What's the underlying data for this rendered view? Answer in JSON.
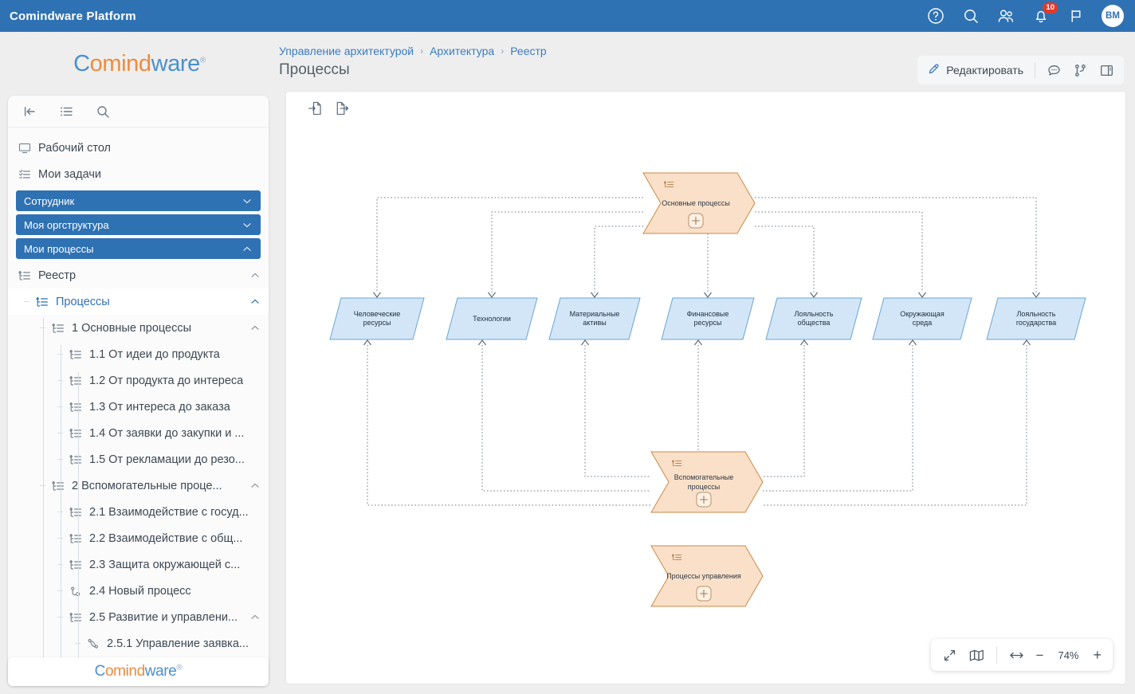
{
  "topbar": {
    "title": "Comindware Platform",
    "icons": [
      "help-icon",
      "search-icon",
      "people-icon",
      "bell-icon",
      "flag-icon"
    ],
    "notification_count": "10",
    "avatar_initials": "BM",
    "background": "#2f72b4"
  },
  "brand": {
    "text_blue1": "C",
    "text_orange": "omind",
    "text_blue2": "ware",
    "reg": "®"
  },
  "sidebar": {
    "tools": [
      "collapse-left-icon",
      "list-icon",
      "search-icon"
    ],
    "items": [
      {
        "label": "Рабочий стол",
        "icon": "monitor-icon",
        "type": "row",
        "depth": 0
      },
      {
        "label": "Мои задачи",
        "icon": "tasks-icon",
        "type": "row",
        "depth": 0
      },
      {
        "label": "Сотрудник",
        "type": "group",
        "chevron": "down"
      },
      {
        "label": "Моя оргструктура",
        "type": "group",
        "chevron": "down"
      },
      {
        "label": "Мои процессы",
        "type": "group",
        "chevron": "up"
      },
      {
        "label": "Реестр",
        "icon": "registry-icon",
        "type": "row",
        "depth": 0,
        "chevron": "up"
      },
      {
        "label": "Процессы",
        "icon": "registry-icon",
        "type": "row",
        "depth": 1,
        "chevron": "up",
        "selected": true
      },
      {
        "label": "1 Основные процессы",
        "icon": "registry-icon",
        "type": "row",
        "depth": 2,
        "chevron": "up"
      },
      {
        "label": "1.1 От идеи до продукта",
        "icon": "registry-icon",
        "type": "row",
        "depth": 3
      },
      {
        "label": "1.2 От продукта до интереса",
        "icon": "registry-icon",
        "type": "row",
        "depth": 3
      },
      {
        "label": "1.3 От интереса до заказа",
        "icon": "registry-icon",
        "type": "row",
        "depth": 3
      },
      {
        "label": "1.4 От заявки до закупки и ...",
        "icon": "registry-icon",
        "type": "row",
        "depth": 3
      },
      {
        "label": "1.5 От рекламации до резо...",
        "icon": "registry-icon",
        "type": "row",
        "depth": 3
      },
      {
        "label": "2 Вспомогательные проце...",
        "icon": "registry-icon",
        "type": "row",
        "depth": 2,
        "chevron": "up"
      },
      {
        "label": "2.1 Взаимодействие с госуд...",
        "icon": "registry-icon",
        "type": "row",
        "depth": 3
      },
      {
        "label": "2.2 Взаимодействие с общ...",
        "icon": "registry-icon",
        "type": "row",
        "depth": 3
      },
      {
        "label": "2.3 Защита окружающей с...",
        "icon": "registry-icon",
        "type": "row",
        "depth": 3
      },
      {
        "label": "2.4 Новый процесс",
        "icon": "process-node-icon",
        "type": "row",
        "depth": 3
      },
      {
        "label": "2.5 Развитие и управлени...",
        "icon": "registry-icon",
        "type": "row",
        "depth": 3,
        "chevron": "up"
      },
      {
        "label": "2.5.1 Управление заявка...",
        "icon": "flow-icon",
        "type": "row",
        "depth": 4
      }
    ],
    "footer_logo": "Comindware"
  },
  "header": {
    "breadcrumb": [
      "Управление архитектурой",
      "Архитектура",
      "Реестр"
    ],
    "separator": "›",
    "page_title": "Процессы",
    "edit_label": "Редактировать",
    "action_icons": [
      "comment-icon",
      "branch-icon",
      "panel-icon"
    ]
  },
  "canvas": {
    "tools": [
      "import-icon",
      "export-icon"
    ],
    "zoom": {
      "fit-icon": "expand-icon",
      "map-icon": "minimap-icon",
      "fit-width-icon": "fit-width-icon",
      "minus": "−",
      "percent": "74%",
      "plus": "+"
    }
  },
  "chart_data": {
    "type": "diagram",
    "title": "Процессы",
    "colors": {
      "chevron_fill": "#fae0c8",
      "chevron_stroke": "#c98a4b",
      "box_fill": "#d3e6f7",
      "box_stroke": "#6aa5d4",
      "connector": "#6e7b8a"
    },
    "nodes": [
      {
        "id": "main",
        "label": "Основные процессы",
        "shape": "chevron",
        "has_plus": true,
        "has_icon": true
      },
      {
        "id": "support",
        "label": "Вспомогательные процессы",
        "shape": "chevron",
        "has_plus": true,
        "has_icon": true
      },
      {
        "id": "manage",
        "label": "Процессы управления",
        "shape": "chevron",
        "has_plus": true,
        "has_icon": true
      },
      {
        "id": "hr",
        "label": "Человеческие ресурсы",
        "shape": "parallelogram"
      },
      {
        "id": "tech",
        "label": "Технологии",
        "shape": "parallelogram"
      },
      {
        "id": "assets",
        "label": "Материальные активы",
        "shape": "parallelogram"
      },
      {
        "id": "fin",
        "label": "Финансовые ресурсы",
        "shape": "parallelogram"
      },
      {
        "id": "society",
        "label": "Лояльность общества",
        "shape": "parallelogram"
      },
      {
        "id": "env",
        "label": "Окружающая среда",
        "shape": "parallelogram"
      },
      {
        "id": "state",
        "label": "Лояльность государства",
        "shape": "parallelogram"
      }
    ],
    "edges": [
      {
        "from": "main",
        "to": "hr"
      },
      {
        "from": "main",
        "to": "tech"
      },
      {
        "from": "main",
        "to": "assets"
      },
      {
        "from": "main",
        "to": "fin"
      },
      {
        "from": "main",
        "to": "society"
      },
      {
        "from": "main",
        "to": "env"
      },
      {
        "from": "main",
        "to": "state"
      },
      {
        "from": "hr",
        "to": "support"
      },
      {
        "from": "tech",
        "to": "support"
      },
      {
        "from": "assets",
        "to": "support"
      },
      {
        "from": "fin",
        "to": "support"
      },
      {
        "from": "society",
        "to": "support"
      },
      {
        "from": "env",
        "to": "support"
      },
      {
        "from": "state",
        "to": "support"
      }
    ]
  }
}
